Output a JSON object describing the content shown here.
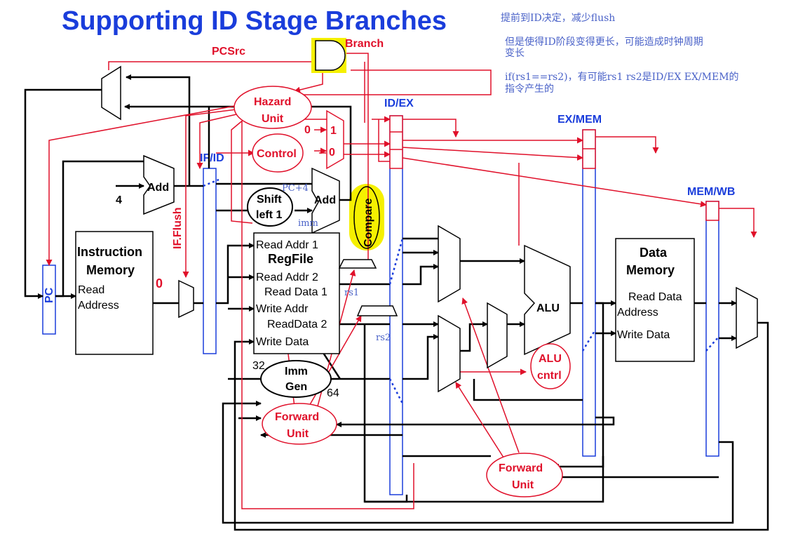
{
  "title": "Supporting ID Stage Branches",
  "notes": {
    "n1": "提前到ID决定，减少flush",
    "n2a": "但是使得ID阶段变得更长，可能造成时钟周期",
    "n2b": "变长",
    "n3a": "if(rs1==rs2)，有可能rs1 rs2是ID/EX EX/MEM的",
    "n3b": "指令产生的"
  },
  "labels": {
    "pcsrc": "PCSrc",
    "branch": "Branch",
    "hazard1": "Hazard",
    "hazard2": "Unit",
    "control": "Control",
    "zero": "0",
    "one": "1",
    "ifid": "IF/ID",
    "idex": "ID/EX",
    "exmem": "EX/MEM",
    "memwb": "MEM/WB",
    "add": "Add",
    "four": "4",
    "pc": "PC",
    "pcplus4": "PC+4",
    "imm": "imm",
    "shift1": "Shift",
    "shift2": "left 1",
    "compare": "Compare",
    "ifflush": "IF.Flush",
    "instmem1": "Instruction",
    "instmem2": "Memory",
    "readaddress1": "Read",
    "readaddress2": "Address",
    "regfile": "RegFile",
    "ra1": "Read Addr 1",
    "ra2": "Read Addr 2",
    "rd1": "Read Data 1",
    "wa": "Write Addr",
    "rd2": "ReadData 2",
    "wd": "Write Data",
    "rs1": "rs1",
    "rs2": "rs2",
    "immgen1": "Imm",
    "immgen2": "Gen",
    "n32": "32",
    "n64": "64",
    "fwd1": "Forward",
    "fwd2": "Unit",
    "alu": "ALU",
    "aluc1": "ALU",
    "aluc2": "cntrl",
    "dm1": "Data",
    "dm2": "Memory",
    "dmrd": "Read Data",
    "dmaddr": "Address",
    "dmwd": "Write Data"
  },
  "colors": {
    "title": "#1a3ddb",
    "control_signals": "#e0102a",
    "highlight": "#f5f000",
    "pipeline_reg": "#1a3ddb"
  }
}
